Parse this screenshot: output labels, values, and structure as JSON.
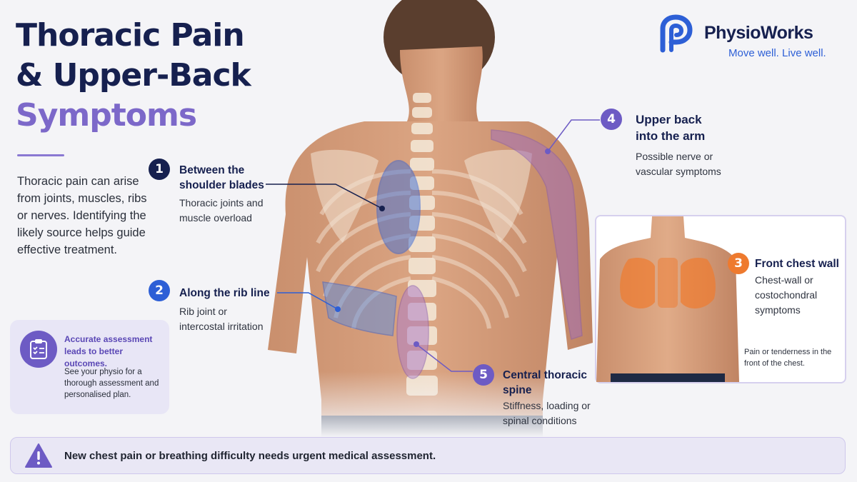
{
  "title": {
    "line1": "Thoracic Pain",
    "line2": "& Upper-Back",
    "line3": "Symptoms"
  },
  "intro": "Thoracic pain can arise from joints, muscles, ribs or nerves. Identifying the likely source helps guide effective treatment.",
  "brand": {
    "name": "PhysioWorks",
    "tagline": "Move well. Live well."
  },
  "card": {
    "icon": "clipboard-checklist-icon",
    "heading": "Accurate assessment leads to better outcomes.",
    "body": "See your physio for a thorough assessment and personalised plan."
  },
  "callouts": [
    {
      "number": "1",
      "title_1": "Between the",
      "title_2": "shoulder blades",
      "desc_1": "Thoracic joints and",
      "desc_2": "muscle overload",
      "color": "#16204f"
    },
    {
      "number": "2",
      "title_1": "Along the rib line",
      "title_2": "",
      "desc_1": "Rib joint or",
      "desc_2": "intercostal irritation",
      "color": "#2d5fd6"
    },
    {
      "number": "3",
      "title_1": "Front chest wall",
      "title_2": "",
      "desc_1": "Chest-wall or",
      "desc_2": "costochondral",
      "desc_3": "symptoms",
      "color": "#ee7a2e"
    },
    {
      "number": "4",
      "title_1": "Upper back",
      "title_2": "into the arm",
      "desc_1": "Possible nerve or",
      "desc_2": "vascular symptoms",
      "color": "#6d5bc4"
    },
    {
      "number": "5",
      "title_1": "Central thoracic",
      "title_2": "spine",
      "desc_1": "Stiffness, loading or",
      "desc_2": "spinal conditions",
      "color": "#6d5bc4"
    }
  ],
  "chest_note_1": "Pain or tenderness in the",
  "chest_note_2": "front of the chest.",
  "alert": {
    "icon": "warning-triangle-icon",
    "text": "New chest pain or breathing difficulty needs urgent medical assessment."
  }
}
